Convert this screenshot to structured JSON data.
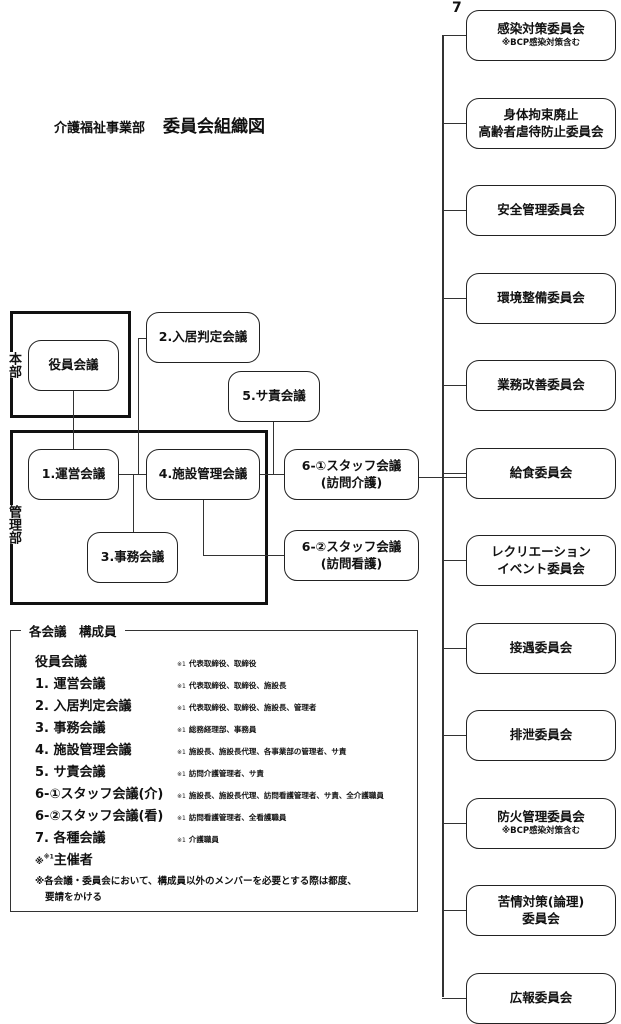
{
  "header": {
    "department": "介護福祉事業部",
    "title": "委員会組織図"
  },
  "sections": {
    "honbu": "本部",
    "kanribu": "管理部"
  },
  "nodes": {
    "yakuin": "役員会議",
    "unei": "1.運営会議",
    "nyukyo": "2.入居判定会議",
    "jimu": "3.事務会議",
    "shisetsu": "4.施設管理会議",
    "saseki": "5.サ責会議",
    "staff1_line1": "6-①スタッフ会議",
    "staff1_line2": "(訪問介護)",
    "staff2_line1": "6-②スタッフ会議",
    "staff2_line2": "(訪問看護)"
  },
  "committees": {
    "group_label": "7",
    "items": [
      {
        "line1": "感染対策委員会",
        "sub": "※BCP感染対策含む"
      },
      {
        "line1": "身体拘束廃止",
        "line2": "高齢者虐待防止委員会"
      },
      {
        "line1": "安全管理委員会"
      },
      {
        "line1": "環境整備委員会"
      },
      {
        "line1": "業務改善委員会"
      },
      {
        "line1": "給食委員会"
      },
      {
        "line1": "レクリエーション",
        "line2": "イベント委員会"
      },
      {
        "line1": "接遇委員会"
      },
      {
        "line1": "排泄委員会"
      },
      {
        "line1": "防火管理委員会",
        "sub": "※BCP感染対策含む"
      },
      {
        "line1": "苦情対策(論理)",
        "line2": "委員会"
      },
      {
        "line1": "広報委員会"
      }
    ]
  },
  "legend": {
    "title": "各会議　構成員",
    "mark": "※1",
    "rows": [
      {
        "name": "役員会議",
        "members": "代表取締役、取締役"
      },
      {
        "name": "1. 運営会議",
        "members": "代表取締役、取締役、施設長"
      },
      {
        "name": "2. 入居判定会議",
        "members": "代表取締役、取締役、施設長、管理者"
      },
      {
        "name": "3. 事務会議",
        "members": "総務経理部、事務員"
      },
      {
        "name": "4. 施設管理会議",
        "members": "施設長、施設長代理、各事業部の管理者、サ責"
      },
      {
        "name": "5. サ責会議",
        "members": "訪問介護管理者、サ責"
      },
      {
        "name": "6-①スタッフ会議(介)",
        "members": "施設長、施設長代理、訪問看護管理者、サ責、全介護職員"
      },
      {
        "name": "6-②スタッフ会議(看)",
        "members": "訪問看護管理者、全看護職員"
      },
      {
        "name": "7. 各種会議",
        "members": "介護職員"
      }
    ],
    "note_prefix": "※",
    "note_mark": "※1",
    "note_label": "主催者",
    "note2_line1": "※各会議・委員会において、構成員以外のメンバーを必要とする際は都度、",
    "note2_line2": "要請をかける"
  }
}
